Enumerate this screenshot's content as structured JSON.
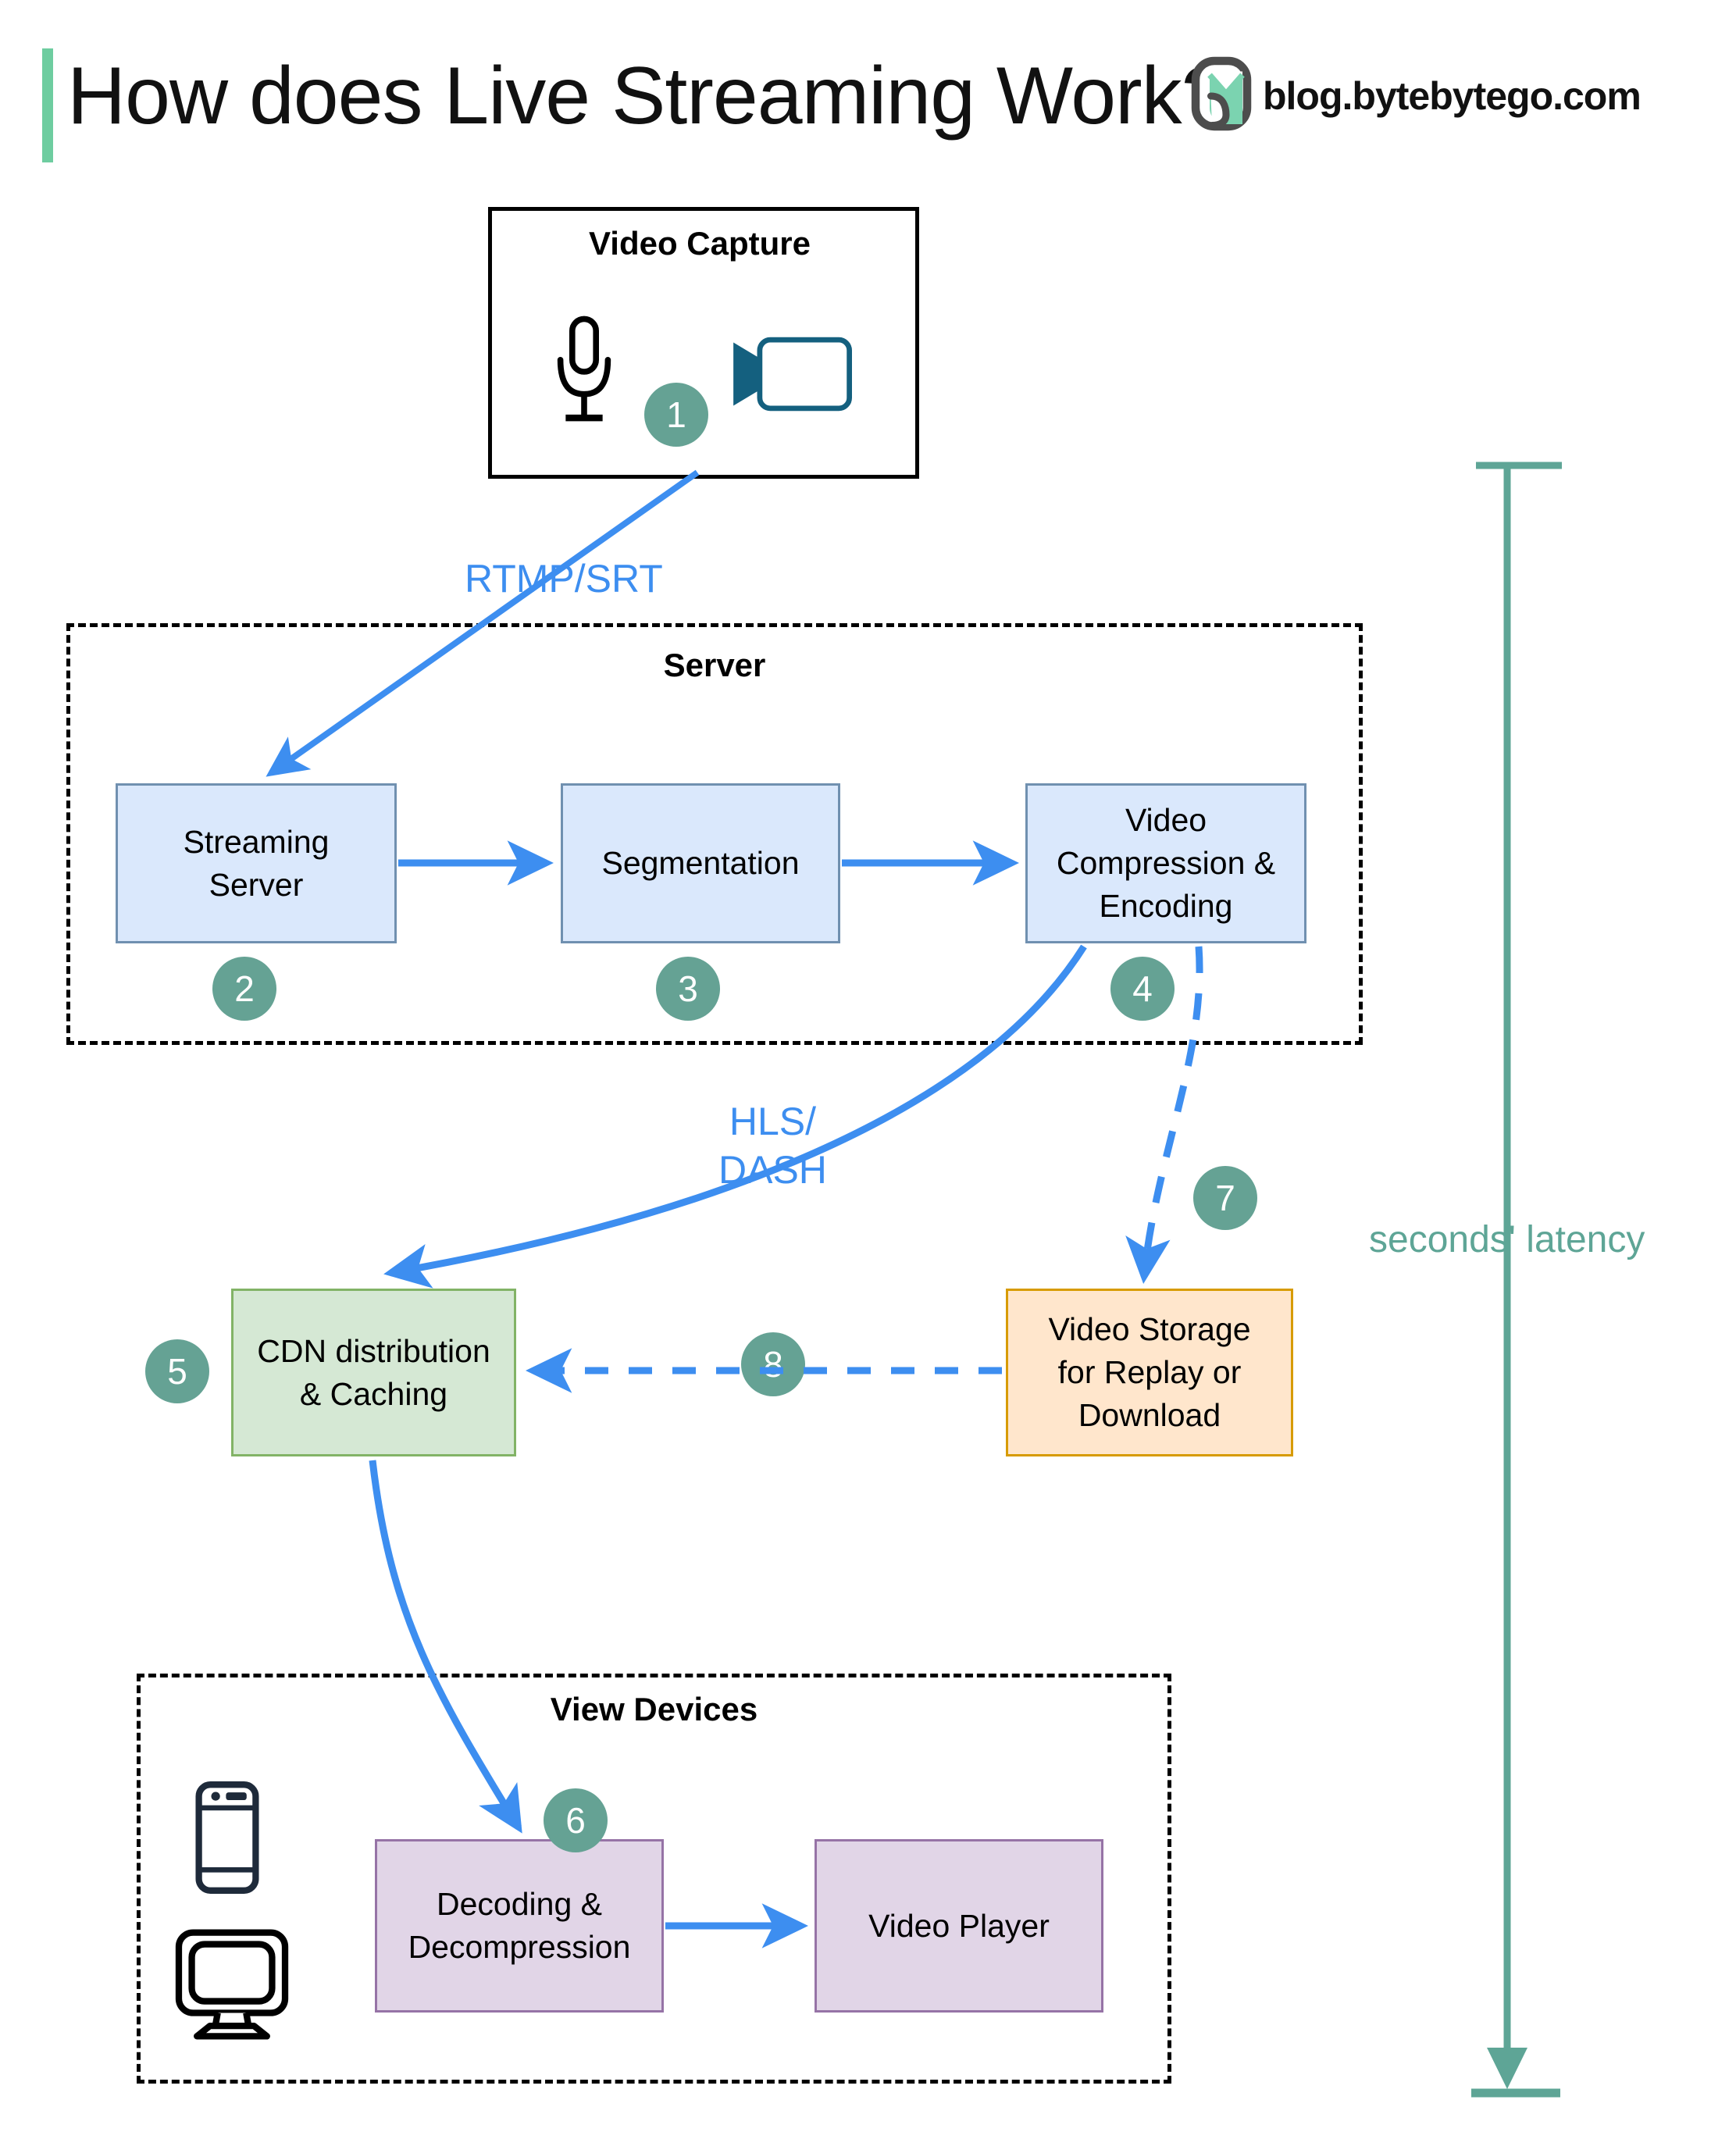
{
  "header": {
    "title": "How does Live Streaming Work?",
    "brand": "blog.bytebytego.com",
    "logo_icon": "bytebytego-logo-icon",
    "accent_color": "#6ecda0"
  },
  "colors": {
    "badge": "#65a294",
    "edge": "#3d8ef0",
    "blue_fill": "#dae8fc",
    "blue_stroke": "#7090b0",
    "green_fill": "#d5e8d4",
    "green_stroke": "#82b366",
    "orange_fill": "#ffe6cc",
    "orange_stroke": "#d79b00",
    "purple_fill": "#e1d5e7",
    "purple_stroke": "#9673a6",
    "latency": "#5ea596"
  },
  "groups": {
    "capture": {
      "title": "Video Capture",
      "icons": [
        "microphone-icon",
        "video-camera-icon"
      ]
    },
    "server": {
      "title": "Server"
    },
    "view_devices": {
      "title": "View Devices",
      "icons": [
        "smartphone-icon",
        "desktop-monitor-icon"
      ]
    }
  },
  "nodes": {
    "streaming_server": "Streaming\nServer",
    "segmentation": "Segmentation",
    "encoding": "Video\nCompression &\nEncoding",
    "cdn": "CDN distribution\n& Caching",
    "storage": "Video Storage\nfor Replay or\nDownload",
    "decoding": "Decoding &\nDecompression",
    "player": "Video Player"
  },
  "badges": {
    "b1": "1",
    "b2": "2",
    "b3": "3",
    "b4": "4",
    "b5": "5",
    "b6": "6",
    "b7": "7",
    "b8": "8"
  },
  "edge_labels": {
    "rtmp": "RTMP/SRT",
    "hls": "HLS/\nDASH"
  },
  "latency": {
    "label": "seconds' latency"
  }
}
